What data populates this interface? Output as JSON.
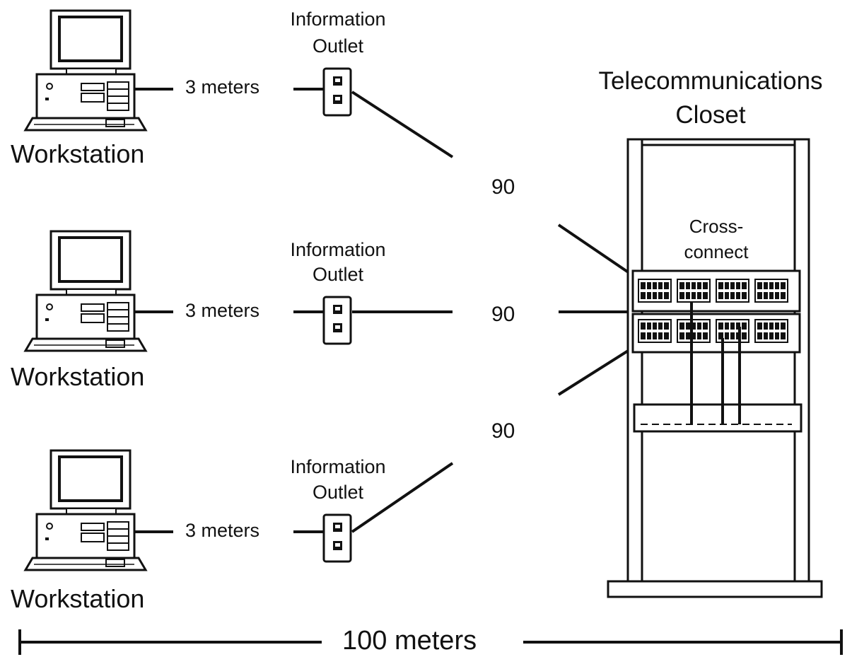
{
  "colors": {
    "line": "#111111",
    "background": "#ffffff"
  },
  "workstations": [
    {
      "label": "Workstation",
      "distance_label": "3 meters",
      "outlet_label_line1": "Information",
      "outlet_label_line2": "Outlet"
    },
    {
      "label": "Workstation",
      "distance_label": "3 meters",
      "outlet_label_line1": "Information",
      "outlet_label_line2": "Outlet"
    },
    {
      "label": "Workstation",
      "distance_label": "3 meters",
      "outlet_label_line1": "Information",
      "outlet_label_line2": "Outlet"
    }
  ],
  "horizontal_runs": [
    "90",
    "90",
    "90"
  ],
  "closet": {
    "title_line1": "Telecommunications",
    "title_line2": "Closet",
    "crossconnect_line1": "Cross-",
    "crossconnect_line2": "connect"
  },
  "span_label": "100 meters",
  "icons": [
    "workstation-computer-icon",
    "information-outlet-icon",
    "equipment-rack-icon",
    "patch-panel-icon"
  ]
}
